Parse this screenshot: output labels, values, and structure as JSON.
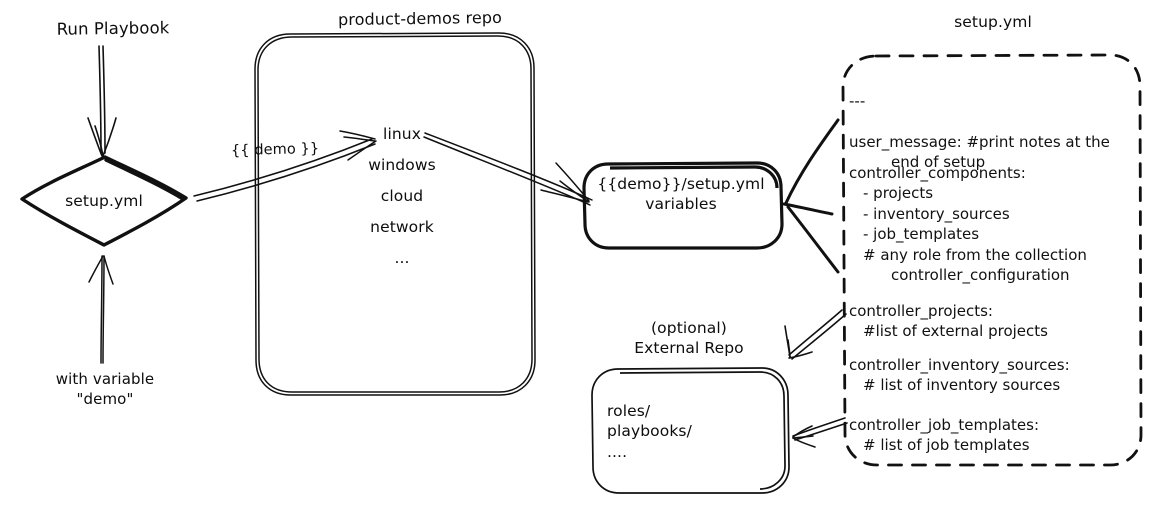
{
  "diagram": {
    "title_texts": {
      "repo_title": "product-demos repo",
      "setup_yml_title": "setup.yml",
      "external_repo_title": "(optional)\nExternal Repo"
    },
    "nodes": {
      "start_label": "Run Playbook",
      "variable_label": "with variable\n\"demo\"",
      "decision": "setup.yml",
      "repo_items": "linux\n\nwindows\n\ncloud\n\nnetwork\n\n...",
      "variables_box": "{{demo}}/setup.yml\nvariables",
      "external_repo_items": "roles/\nplaybooks/\n...."
    },
    "edges": {
      "demo_label": "{{ demo }}"
    },
    "setup_yml": {
      "doc_start": "---",
      "block_user_message": {
        "key": "user_message:",
        "comment": "#print notes at the",
        "comment_cont": "end of setup"
      },
      "block_controller_components": {
        "key": "controller_components:",
        "items": [
          "- projects",
          "- inventory_sources",
          "- job_templates"
        ],
        "comment": "# any role from the collection",
        "comment_cont": "controller_configuration"
      },
      "block_controller_projects": {
        "key": "controller_projects:",
        "comment": "#list of external projects"
      },
      "block_controller_inventory_sources": {
        "key": "controller_inventory_sources:",
        "comment": "# list of inventory sources"
      },
      "block_controller_job_templates": {
        "key": "controller_job_templates:",
        "comment": "# list of job templates"
      }
    },
    "colors": {
      "stroke": "#111111",
      "background": "#ffffff"
    }
  }
}
